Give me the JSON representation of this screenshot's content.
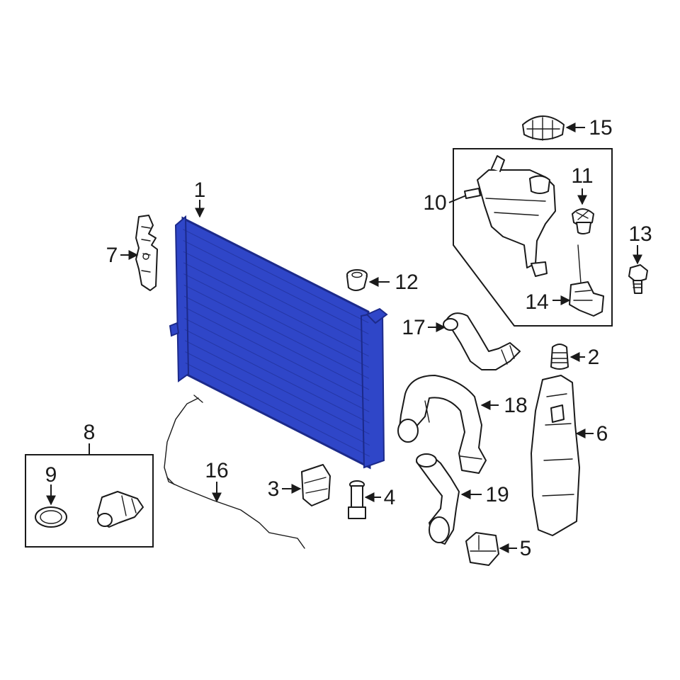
{
  "colors": {
    "highlight": "#2f46c8",
    "highlight_dark": "#1c2a8a",
    "line": "#1a1a1a",
    "background": "#ffffff"
  },
  "callouts": {
    "c1": "1",
    "c2": "2",
    "c3": "3",
    "c4": "4",
    "c5": "5",
    "c6": "6",
    "c7": "7",
    "c8": "8",
    "c9": "9",
    "c10": "10",
    "c11": "11",
    "c12": "12",
    "c13": "13",
    "c14": "14",
    "c15": "15",
    "c16": "16",
    "c17": "17",
    "c18": "18",
    "c19": "19"
  }
}
